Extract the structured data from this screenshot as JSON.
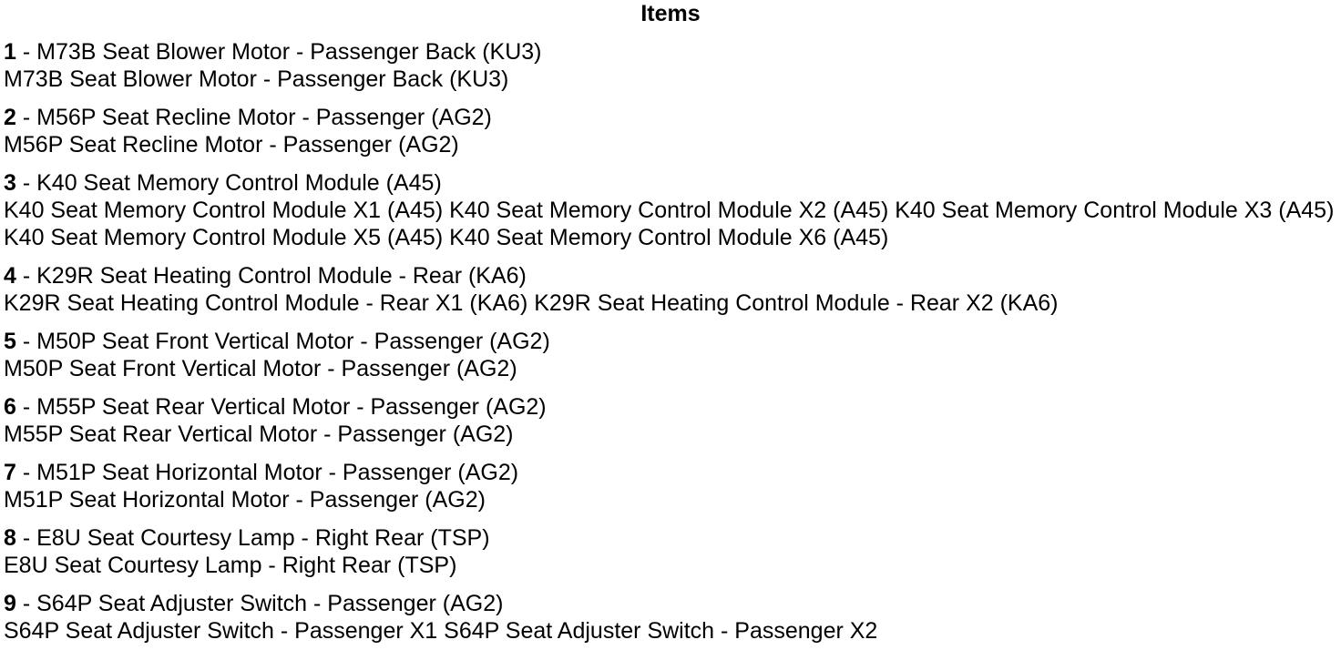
{
  "page": {
    "title": "Items"
  },
  "ui": {
    "separator": " - "
  },
  "colors": {
    "text": "#000000",
    "background": "#ffffff"
  },
  "items": [
    {
      "number": "1",
      "title": "M73B Seat Blower Motor - Passenger Back (KU3)",
      "detail": "M73B Seat Blower Motor - Passenger Back (KU3)"
    },
    {
      "number": "2",
      "title": "M56P Seat Recline Motor - Passenger (AG2)",
      "detail": "M56P Seat Recline Motor - Passenger (AG2)"
    },
    {
      "number": "3",
      "title": "K40 Seat Memory Control Module (A45)",
      "detail": "K40 Seat Memory Control Module X1 (A45) K40 Seat Memory Control Module X2 (A45) K40 Seat Memory Control Module X3 (A45) K40 Seat Memory Control Module X5 (A45) K40 Seat Memory Control Module X6 (A45)"
    },
    {
      "number": "4",
      "title": "K29R Seat Heating Control Module - Rear (KA6)",
      "detail": "K29R Seat Heating Control Module - Rear X1 (KA6) K29R Seat Heating Control Module - Rear X2 (KA6)"
    },
    {
      "number": "5",
      "title": "M50P Seat Front Vertical Motor - Passenger (AG2)",
      "detail": "M50P Seat Front Vertical Motor - Passenger (AG2)"
    },
    {
      "number": "6",
      "title": "M55P Seat Rear Vertical Motor - Passenger (AG2)",
      "detail": "M55P Seat Rear Vertical Motor - Passenger (AG2)"
    },
    {
      "number": "7",
      "title": "M51P Seat Horizontal Motor - Passenger (AG2)",
      "detail": "M51P Seat Horizontal Motor - Passenger (AG2)"
    },
    {
      "number": "8",
      "title": "E8U Seat Courtesy Lamp - Right Rear (TSP)",
      "detail": "E8U Seat Courtesy Lamp - Right Rear (TSP)"
    },
    {
      "number": "9",
      "title": "S64P Seat Adjuster Switch - Passenger (AG2)",
      "detail": "S64P Seat Adjuster Switch - Passenger X1 S64P Seat Adjuster Switch - Passenger X2"
    }
  ]
}
